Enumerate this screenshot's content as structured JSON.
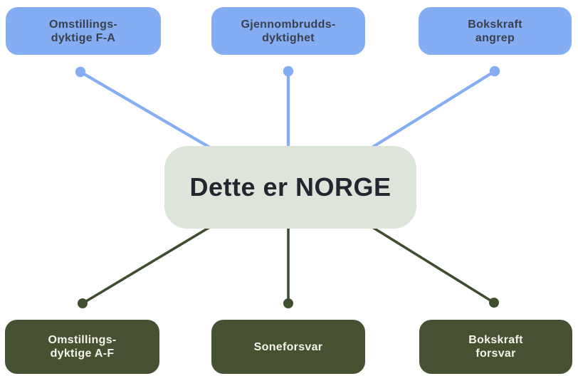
{
  "diagram": {
    "center": {
      "label": "Dette er NORGE"
    },
    "top_nodes": [
      {
        "label": "Omstillings-\ndyktige F-A"
      },
      {
        "label": "Gjennombrudds-\ndyktighet"
      },
      {
        "label": "Bokskraft\nangrep"
      }
    ],
    "bottom_nodes": [
      {
        "label": "Omstillings-\ndyktige A-F"
      },
      {
        "label": "Soneforsvar"
      },
      {
        "label": "Bokskraft\nforsvar"
      }
    ]
  },
  "colors": {
    "node_top_fill": "#84adf3",
    "node_top_text": "#3b404c",
    "node_bottom_fill": "#455130",
    "node_bottom_text": "#f5f2ec",
    "center_fill": "#dde4da",
    "center_text": "#23262e",
    "connector_top": "#84adf3",
    "connector_bottom": "#3f4e30"
  }
}
